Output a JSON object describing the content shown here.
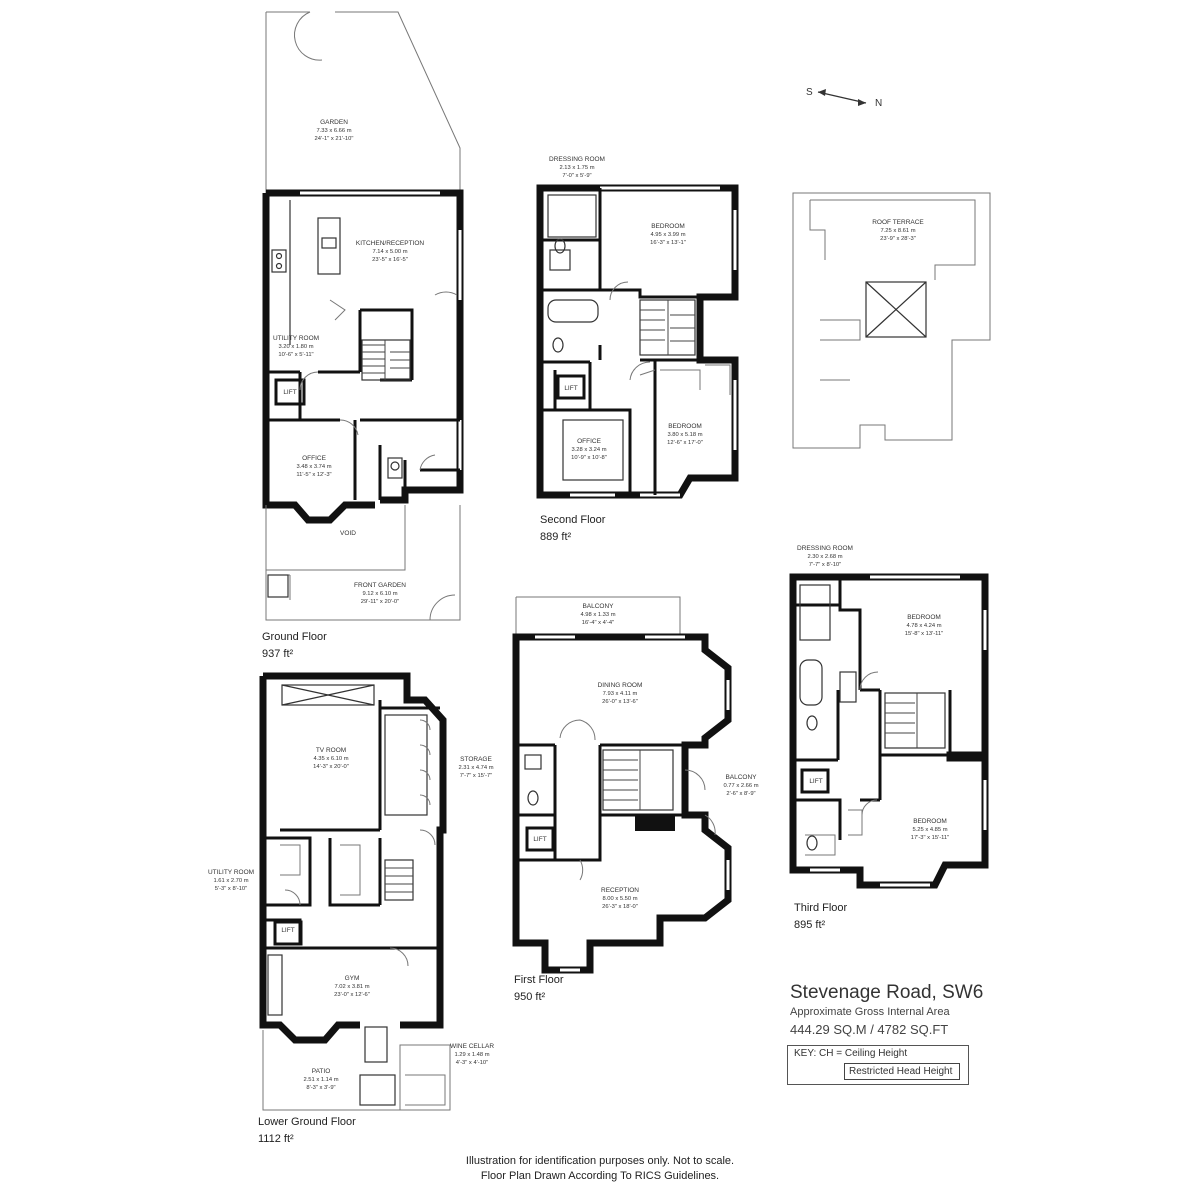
{
  "compass": {
    "s": "S",
    "n": "N"
  },
  "floors": {
    "ground": {
      "name": "Ground Floor",
      "area": "937 ft²"
    },
    "second": {
      "name": "Second Floor",
      "area": "889 ft²"
    },
    "lower": {
      "name": "Lower Ground Floor",
      "area": "1112 ft²"
    },
    "first": {
      "name": "First Floor",
      "area": "950 ft²"
    },
    "third": {
      "name": "Third Floor",
      "area": "895 ft²"
    }
  },
  "rooms": {
    "garden": {
      "name": "GARDEN",
      "m": "7.33 x 6.66 m",
      "ft": "24'-1\" x 21'-10\""
    },
    "kitchen": {
      "name": "KITCHEN/RECEPTION",
      "m": "7.14 x 5.00 m",
      "ft": "23'-5\" x 16'-5\""
    },
    "utility_g": {
      "name": "UTILITY ROOM",
      "m": "3.20 x 1.80 m",
      "ft": "10'-6\" x 5'-11\""
    },
    "lift": {
      "name": "LIFT"
    },
    "office_g": {
      "name": "OFFICE",
      "m": "3.48 x 3.74 m",
      "ft": "11'-5\" x 12'-3\""
    },
    "void": {
      "name": "VOID"
    },
    "front_garden": {
      "name": "FRONT GARDEN",
      "m": "9.12 x 6.10 m",
      "ft": "29'-11\" x 20'-0\""
    },
    "dressing_2": {
      "name": "DRESSING ROOM",
      "m": "2.13 x 1.75 m",
      "ft": "7'-0\" x 5'-9\""
    },
    "bedroom_2a": {
      "name": "BEDROOM",
      "m": "4.95 x 3.99 m",
      "ft": "16'-3\" x 13'-1\""
    },
    "office_2": {
      "name": "OFFICE",
      "m": "3.28 x 3.24 m",
      "ft": "10'-9\" x 10'-8\""
    },
    "bedroom_2b": {
      "name": "BEDROOM",
      "m": "3.80 x 5.18 m",
      "ft": "12'-6\" x 17'-0\""
    },
    "roof_terrace": {
      "name": "ROOF TERRACE",
      "m": "7.25 x 8.61 m",
      "ft": "23'-9\" x 28'-3\""
    },
    "tv_room": {
      "name": "TV ROOM",
      "m": "4.35 x 6.10 m",
      "ft": "14'-3\" x 20'-0\""
    },
    "storage": {
      "name": "STORAGE",
      "m": "2.31 x 4.74 m",
      "ft": "7'-7\" x 15'-7\""
    },
    "utility_l": {
      "name": "UTILITY ROOM",
      "m": "1.61 x 2.70 m",
      "ft": "5'-3\" x 8'-10\""
    },
    "gym": {
      "name": "GYM",
      "m": "7.02 x 3.81 m",
      "ft": "23'-0\" x 12'-6\""
    },
    "wine": {
      "name": "WINE CELLAR",
      "m": "1.29 x 1.48 m",
      "ft": "4'-3\" x 4'-10\""
    },
    "patio": {
      "name": "PATIO",
      "m": "2.51 x 1.14 m",
      "ft": "8'-3\" x 3'-9\""
    },
    "balcony_1a": {
      "name": "BALCONY",
      "m": "4.98 x 1.33 m",
      "ft": "16'-4\" x 4'-4\""
    },
    "dining": {
      "name": "DINING ROOM",
      "m": "7.93 x 4.11 m",
      "ft": "26'-0\" x 13'-6\""
    },
    "balcony_1b": {
      "name": "BALCONY",
      "m": "0.77 x 2.66 m",
      "ft": "2'-6\" x 8'-9\""
    },
    "reception": {
      "name": "RECEPTION",
      "m": "8.00 x 5.50 m",
      "ft": "26'-3\" x 18'-0\""
    },
    "dressing_3": {
      "name": "DRESSING ROOM",
      "m": "2.30 x 2.68 m",
      "ft": "7'-7\" x 8'-10\""
    },
    "bedroom_3a": {
      "name": "BEDROOM",
      "m": "4.78 x 4.24 m",
      "ft": "15'-8\" x 13'-11\""
    },
    "bedroom_3b": {
      "name": "BEDROOM",
      "m": "5.25 x 4.85 m",
      "ft": "17'-3\" x 15'-11\""
    }
  },
  "info": {
    "title": "Stevenage Road, SW6",
    "subtitle": "Approximate Gross Internal Area",
    "area": "444.29 SQ.M / 4782 SQ.FT",
    "key": "KEY: CH = Ceiling Height",
    "restricted": "Restricted Head Height"
  },
  "disclaimer": {
    "line1": "Illustration for identification purposes only. Not to scale.",
    "line2": "Floor Plan Drawn According To RICS Guidelines."
  }
}
